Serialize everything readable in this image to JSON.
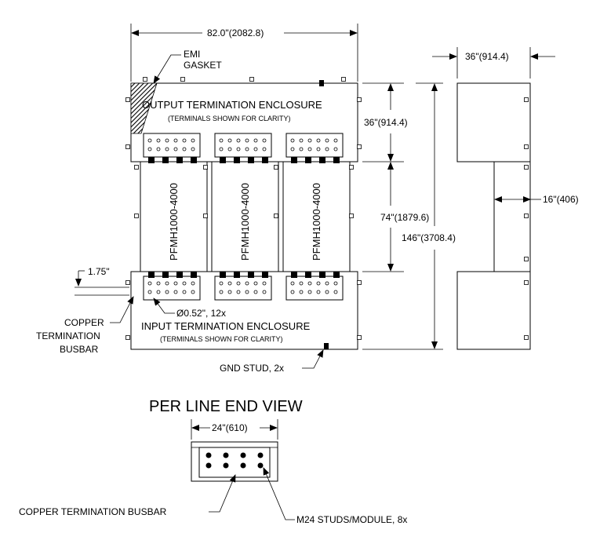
{
  "drawing": {
    "dims": {
      "overall_width": "82.0\"(2082.8)",
      "side_width": "36\"(914.4)",
      "output_height": "36\"(914.4)",
      "module_height": "74\"(1879.6)",
      "overall_height": "146\"(3708.4)",
      "middle_depth": "16\"(406)",
      "busbar_offset": "1.75\"",
      "end_view_width": "24\"(610)"
    },
    "labels": {
      "emi_gasket_line1": "EMI",
      "emi_gasket_line2": "GASKET",
      "output_title": "OUTPUT TERMINATION ENCLOSURE",
      "output_sub": "(TERMINALS SHOWN FOR CLARITY)",
      "input_title": "INPUT TERMINATION ENCLOSURE",
      "input_sub": "(TERMINALS SHOWN FOR CLARITY)",
      "hole_note": "Ø0.52\", 12x",
      "copper_line1": "COPPER",
      "copper_line2": "TERMINATION",
      "copper_line3": "BUSBAR",
      "gnd_stud": "GND STUD, 2x",
      "per_line_title": "PER LINE END VIEW",
      "copper_busbar_bottom": "COPPER TERMINATION BUSBAR",
      "m24_studs": "M24 STUDS/MODULE, 8x"
    },
    "modules": [
      {
        "label": "PFMH1000-4000"
      },
      {
        "label": "PFMH1000-4000"
      },
      {
        "label": "PFMH1000-4000"
      }
    ]
  }
}
